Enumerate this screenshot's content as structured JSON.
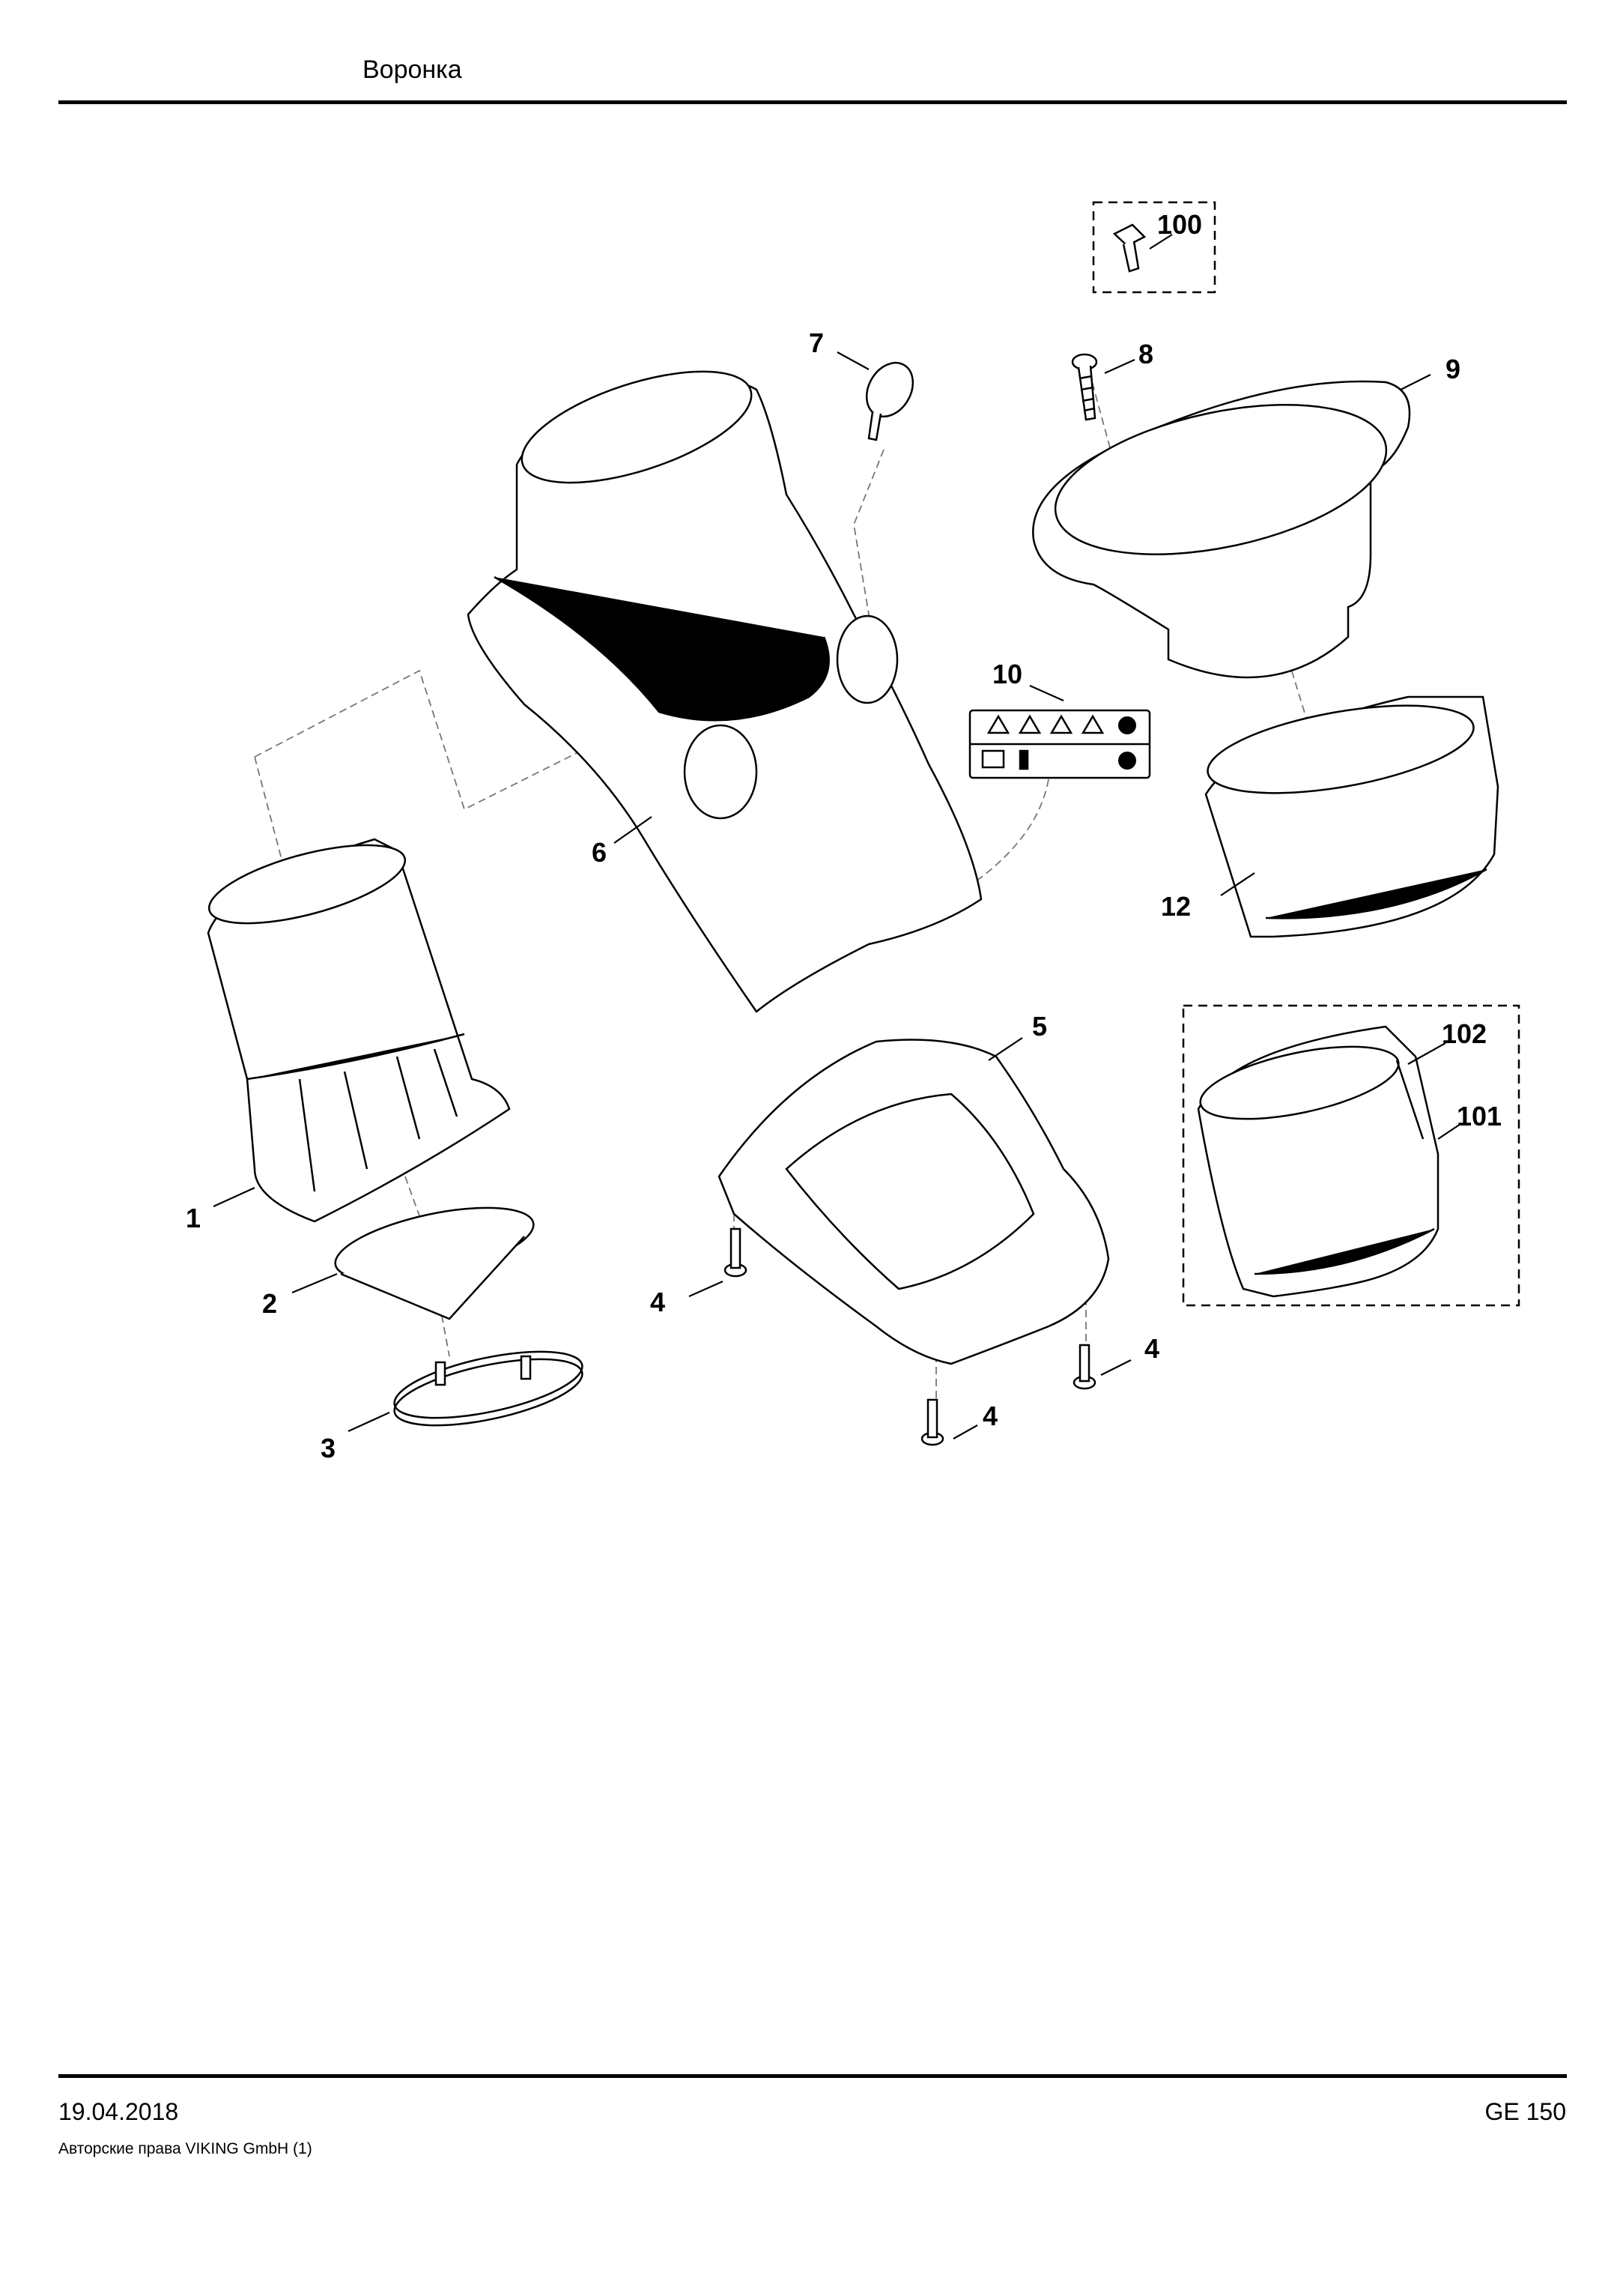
{
  "header": {
    "title": "Воронка"
  },
  "callouts": [
    {
      "id": "label-1",
      "text": "1"
    },
    {
      "id": "label-2",
      "text": "2"
    },
    {
      "id": "label-3",
      "text": "3"
    },
    {
      "id": "label-4a",
      "text": "4"
    },
    {
      "id": "label-4b",
      "text": "4"
    },
    {
      "id": "label-4c",
      "text": "4"
    },
    {
      "id": "label-5",
      "text": "5"
    },
    {
      "id": "label-6",
      "text": "6"
    },
    {
      "id": "label-7",
      "text": "7"
    },
    {
      "id": "label-8",
      "text": "8"
    },
    {
      "id": "label-9",
      "text": "9"
    },
    {
      "id": "label-10",
      "text": "10"
    },
    {
      "id": "label-12",
      "text": "12"
    },
    {
      "id": "label-100",
      "text": "100"
    },
    {
      "id": "label-101",
      "text": "101"
    },
    {
      "id": "label-102",
      "text": "102"
    }
  ],
  "footer": {
    "date": "19.04.2018",
    "model": "GE 150",
    "copyright": "Авторские права VIKING GmbH  (1)"
  }
}
